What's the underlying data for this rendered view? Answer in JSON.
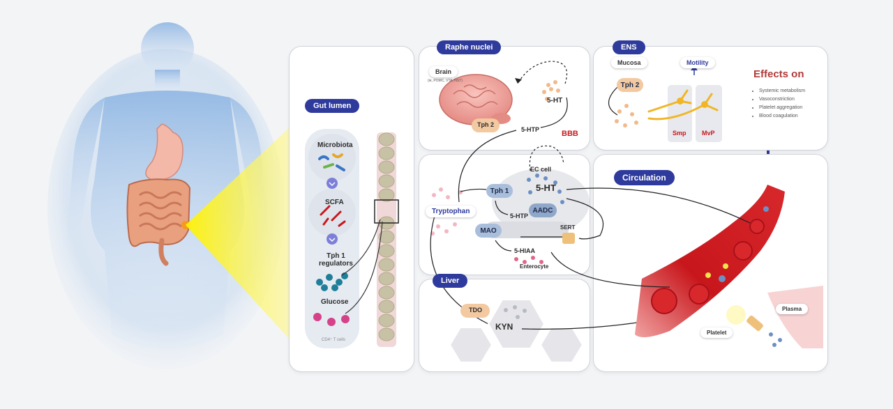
{
  "panels": {
    "gut": {
      "title": "Gut lumen",
      "microbiota": "Microbiota",
      "scfa": "SCFA",
      "tph1_regulators": "Tph 1\nregulators",
      "glucose": "Glucose",
      "cd4": "CD4⁺ T cells"
    },
    "raphe": {
      "title": "Raphe nuclei",
      "brain": "Brain",
      "brain_sub": "(ie, POMC, VTA, NST)",
      "tph2": "Tph 2",
      "htp": "5-HTP",
      "ht": "5-HT",
      "bbb": "BBB"
    },
    "ens": {
      "title": "ENS",
      "mucosa": "Mucosa",
      "motility": "Motility",
      "tph2": "Tph 2",
      "smp": "Smp",
      "mvp": "MvP",
      "effects_title": "Effects on",
      "effects": [
        "Systemic metabolism",
        "Vasoconstriction",
        "Platelet aggregation",
        "Blood coagulation"
      ]
    },
    "ec": {
      "tryptophan": "Tryptophan",
      "ec_cell": "EC cell",
      "tph1": "Tph 1",
      "ht": "5-HT",
      "htp": "5-HTP",
      "aadc": "AADC",
      "mao": "MAO",
      "sert": "SERT",
      "hiaa": "5-HIAA",
      "enterocyte": "Enterocyte"
    },
    "liver": {
      "title": "Liver",
      "tdo": "TDO",
      "kyn": "KYN"
    },
    "circulation": {
      "title": "Circulation",
      "platelet": "Platelet",
      "plasma": "Plasma"
    }
  },
  "colors": {
    "accent": "#2e3a9c",
    "enzyme_orange": "#f2c9a0",
    "enzyme_blue": "#a9bedb",
    "blood": "#c8171c",
    "effects_red": "#b23a3a"
  },
  "icons": [
    "body-silhouette-icon",
    "stomach-icon",
    "intestine-icon",
    "brain-icon",
    "neuron-icon",
    "blood-vessel-icon",
    "liver-cell-icon",
    "arrow-icon"
  ]
}
